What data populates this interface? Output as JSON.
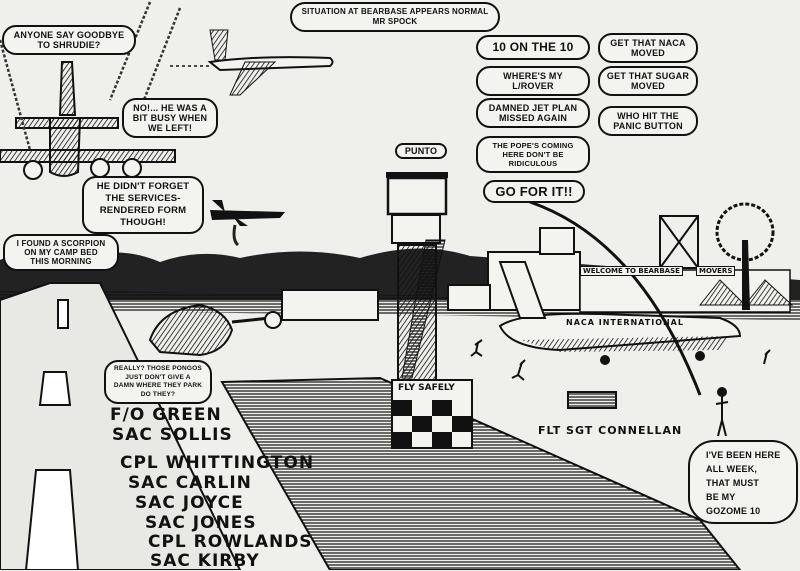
{
  "title_bubble": {
    "line1": "SITUATION AT BEARBASE APPEARS NORMAL",
    "line2": "MR SPOCK"
  },
  "speech": {
    "goodbye": {
      "line1": "ANYONE SAY GOODBYE",
      "line2": "TO SHRUDIE?"
    },
    "busy": {
      "line1": "NO!... HE WAS A",
      "line2": "BIT BUSY WHEN",
      "line3": "WE LEFT!"
    },
    "services": {
      "line1": "HE DIDN'T FORGET",
      "line2": "THE SERVICES-",
      "line3": "RENDERED FORM",
      "line4": "THOUGH!"
    },
    "scorpion": {
      "line1": "I FOUND A SCORPION",
      "line2": "ON MY CAMP BED",
      "line3": "THIS MORNING"
    },
    "pongos": {
      "line1": "REALLY? THOSE PONGOS",
      "line2": "JUST DON'T GIVE A",
      "line3": "DAMN WHERE THEY PARK",
      "line4": "DO THEY?"
    },
    "gozome": {
      "line1": "I'VE BEEN HERE",
      "line2": "ALL WEEK,",
      "line3": "THAT MUST",
      "line4": "BE MY",
      "line5": "GOZOME 10"
    },
    "punto": "PUNTO"
  },
  "thought_chain": {
    "left": [
      "10 ON THE 10",
      "WHERE'S MY L/ROVER",
      "DAMNED JET PLAN MISSED AGAIN",
      "THE POPE'S COMING HERE DON'T BE RIDICULOUS"
    ],
    "right": [
      "GET THAT NACA MOVED",
      "GET THAT SUGAR MOVED",
      "WHO HIT THE PANIC BUTTON"
    ],
    "final": "GO FOR IT!!"
  },
  "signs": {
    "fly_safely": "FLY SAFELY",
    "welcome": "WELCOME TO BEARBASE",
    "movers": "MOVERS",
    "airliner": "NACA INTERNATIONAL"
  },
  "caption": "FLT SGT CONNELLAN",
  "names": [
    "F/O GREEN",
    "SAC SOLLIS",
    "CPL WHITTINGTON",
    "SAC CARLIN",
    "SAC JOYCE",
    "SAC JONES",
    "CPL ROWLANDS",
    "SAC KIRBY"
  ]
}
